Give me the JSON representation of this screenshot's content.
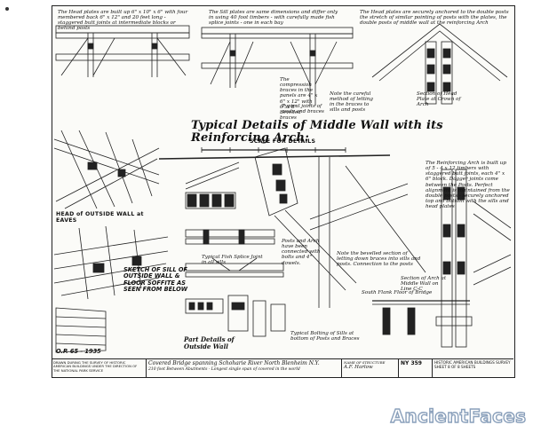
{
  "notes": {
    "head_plates": "The Head plates are built up 6\" x 10\" x 6\" with four membered back 6\" x 12\" and 20 feet long - staggered butt joints at intermediate blocks or behind posts",
    "sill_plates": "The Sill plates are same dimensions and differ only in using 40 foot timbers - with carefully made fish splice joints - one in each bay",
    "head_anchor": "The Head plates are securely anchored to the double posts the stretch of similar pointing of posts with the plates, the double posts of middle wall at the reinforcing Arch",
    "reinforcing_arch": "The Reinforcing Arch is built up of 5 - 4 x 12 timbers with staggered butt joints, each 4\" x 6\" block. Dagger joints come between the Posts. Perfect alignment is maintained from the double posts - securely anchored top and bottom with the sills and head plates",
    "posts_note": "Posts and Arch have been connected with bolts and 4\" dowels.",
    "compression": "The compression braces in the panels are 4\" x 6\" x 12\" with 6\" x 8\" bevelled braces",
    "brace_note": "Note the careful method of letting in the braces to sills and posts",
    "posts_note2": "Note the bevelled section of letting down braces into sills and posts. Connection to the posts",
    "joints_note": "Typical joints of posts and braces",
    "fish_splice": "Typical Fish Splice Joint in all sills",
    "bolting": "Typical Bolting of Sills at bottom of Posts and Braces",
    "section_center": "Section of Arch at Middle Wall on Line C-C",
    "section_head": "Section of Head Plate at Crown of Arch",
    "flange_label": "South Flank Floor of Bridge",
    "part_label": "Part Details of Outside Wall"
  },
  "title": "Typical Details of Middle Wall with its Reinforcing Arch:",
  "scale_label": "SCALE FOR DETAILS",
  "labels": {
    "head_eaves": "HEAD of OUTSIDE WALL at EAVES",
    "sketch_sill": "SKETCH OF SILL OF OUTSIDE WALL & FLOOR SOFFITE AS SEEN FROM BELOW",
    "dated": "O.P. 65 - 1935"
  },
  "title_block": {
    "credit": "DRAWN DURING THE SURVEY OF HISTORIC AMERICAN BUILDINGS UNDER THE DIRECTION OF THE NATIONAL PARK SERVICE",
    "project_name": "Covered Bridge spanning Schoharie River North Blenheim N.Y.",
    "project_sub": "210 foot Between Abutments - Longest single span of covered in the world",
    "name_label": "NAME OF STRUCTURE",
    "author": "A.F. Harlow",
    "survey_no": "NY 359",
    "agency": "HISTORIC AMERICAN BUILDINGS SURVEY",
    "sheet": "SHEET 8 OF 8 SHEETS"
  },
  "watermark": "AncientFaces",
  "colors": {
    "ink": "#111111",
    "paper": "#fbfbf8",
    "wm_stroke": "#8aa0bb"
  }
}
